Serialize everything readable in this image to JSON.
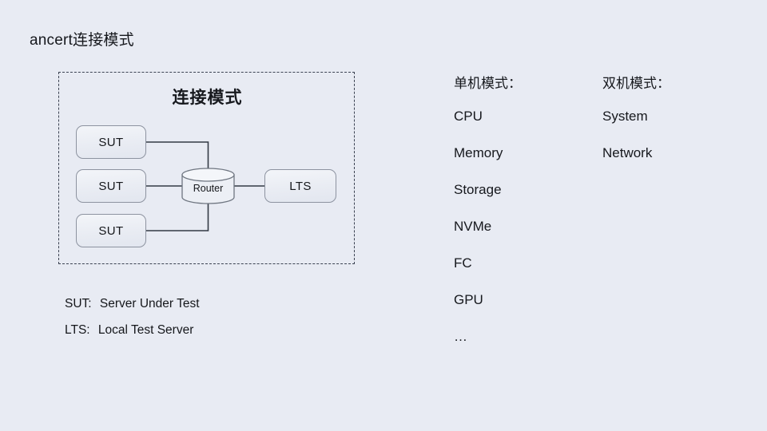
{
  "slide": {
    "title": "ancert连接模式",
    "background_color": "#e8ebf3"
  },
  "diagram": {
    "heading": "连接模式",
    "border_style": "dashed",
    "nodes": [
      {
        "id": "sut-1",
        "label": "SUT",
        "shape": "rounded-rect"
      },
      {
        "id": "sut-2",
        "label": "SUT",
        "shape": "rounded-rect"
      },
      {
        "id": "sut-3",
        "label": "SUT",
        "shape": "rounded-rect"
      },
      {
        "id": "router",
        "label": "Router",
        "shape": "cylinder"
      },
      {
        "id": "lts",
        "label": "LTS",
        "shape": "rounded-rect"
      }
    ],
    "line_color": "#333a45"
  },
  "legend": [
    {
      "key": "SUT:",
      "text": "Server Under Test"
    },
    {
      "key": "LTS:",
      "text": "Local Test Server"
    }
  ],
  "modes": {
    "single": {
      "heading": "单机模式：",
      "items": [
        "CPU",
        "Memory",
        "Storage",
        "NVMe",
        "FC",
        "GPU",
        "…"
      ]
    },
    "dual": {
      "heading": "双机模式：",
      "items": [
        "System",
        "Network"
      ]
    }
  }
}
